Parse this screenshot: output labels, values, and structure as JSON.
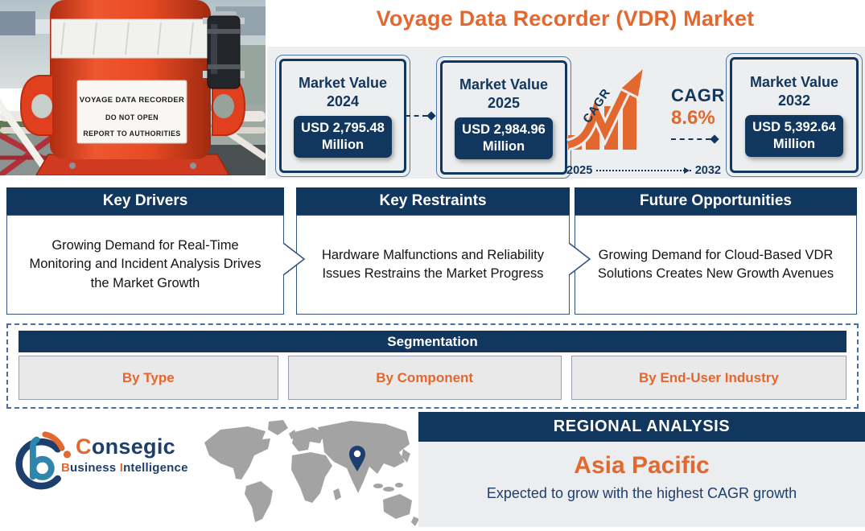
{
  "title": "Voyage Data Recorder (VDR) Market",
  "photo": {
    "label_lines": [
      "VOYAGE DATA RECORDER",
      "DO NOT OPEN",
      "REPORT TO AUTHORITIES"
    ]
  },
  "market_values": [
    {
      "label": "Market Value",
      "year": "2024",
      "value": "USD 2,795.48",
      "unit": "Million"
    },
    {
      "label": "Market Value",
      "year": "2025",
      "value": "USD 2,984.96",
      "unit": "Million"
    },
    {
      "label": "Market Value",
      "year": "2032",
      "value": "USD 5,392.64",
      "unit": "Million"
    }
  ],
  "cagr": {
    "label": "CAGR",
    "value": "8.6%",
    "arrow_label": "CAGR",
    "start_year": "2025",
    "end_year": "2032"
  },
  "panels": [
    {
      "title": "Key Drivers",
      "text": "Growing Demand for Real-Time Monitoring and Incident Analysis Drives the Market Growth"
    },
    {
      "title": "Key Restraints",
      "text": "Hardware Malfunctions and Reliability Issues Restrains the Market Progress"
    },
    {
      "title": "Future Opportunities",
      "text": "Growing Demand for Cloud-Based VDR Solutions Creates New Growth Avenues"
    }
  ],
  "segmentation": {
    "title": "Segmentation",
    "items": [
      "By Type",
      "By Component",
      "By End-User Industry"
    ]
  },
  "regional": {
    "title": "REGIONAL ANALYSIS",
    "region": "Asia Pacific",
    "subtitle": "Expected to grow with the highest CAGR growth"
  },
  "brand": {
    "name_initial": "C",
    "name_rest": "onsegic",
    "line2_initial": "B",
    "line2_rest": "usiness",
    "line2_initial2": "I",
    "line2_rest2": "ntelligence"
  },
  "colors": {
    "navy": "#12375E",
    "orange": "#E2682F",
    "band_gray": "#EDEEEF",
    "box_gray": "#E9E9E9",
    "map_gray": "#A3A3A3",
    "logo_teal": "#2e86ad"
  }
}
